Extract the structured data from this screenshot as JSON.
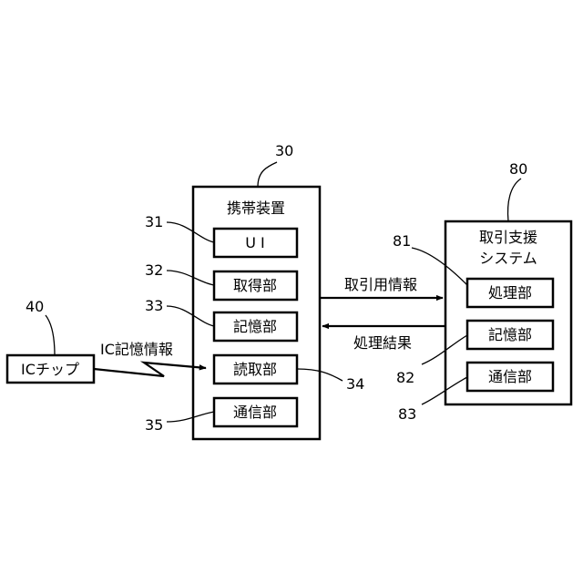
{
  "refs": {
    "mobile": "30",
    "ui": "31",
    "acquire": "32",
    "storage": "33",
    "reader": "34",
    "comm": "35",
    "ic": "40",
    "system": "80",
    "processing": "81",
    "sys_storage": "82",
    "sys_comm": "83"
  },
  "mobile_device": {
    "title": "携帯装置",
    "units": {
      "ui": "U I",
      "acquire": "取得部",
      "storage": "記憶部",
      "reader": "読取部",
      "comm": "通信部"
    }
  },
  "ic_chip": {
    "label": "ICチップ"
  },
  "transaction_system": {
    "title_line1": "取引支援",
    "title_line2": "システム",
    "units": {
      "processing": "処理部",
      "storage": "記憶部",
      "comm": "通信部"
    }
  },
  "flows": {
    "ic_info": "IC記憶情報",
    "transaction_info": "取引用情報",
    "result": "処理結果"
  }
}
